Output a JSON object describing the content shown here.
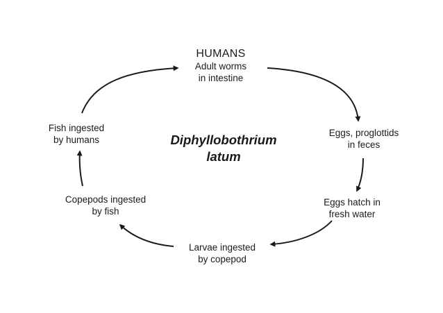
{
  "diagram": {
    "center": {
      "line1": "Diphyllobothrium",
      "line2": "latum"
    },
    "nodes": {
      "humans": {
        "title": "HUMANS",
        "line1": "Adult worms",
        "line2": "in intestine"
      },
      "eggs_feces": {
        "line1": "Eggs, proglottids",
        "line2": "in feces"
      },
      "eggs_hatch": {
        "line1": "Eggs hatch in",
        "line2": "fresh water"
      },
      "larvae": {
        "line1": "Larvae ingested",
        "line2": "by copepod"
      },
      "copepods": {
        "line1": "Copepods ingested",
        "line2": "by fish"
      },
      "fish": {
        "line1": "Fish ingested",
        "line2": "by humans"
      }
    },
    "colors": {
      "ink": "#1a1a1a",
      "background": "#ffffff"
    }
  }
}
